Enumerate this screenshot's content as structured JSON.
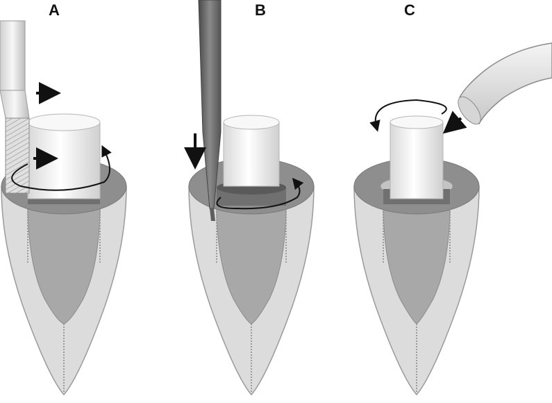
{
  "panels": [
    {
      "id": "A",
      "label": "A"
    },
    {
      "id": "B",
      "label": "B"
    },
    {
      "id": "C",
      "label": "C"
    }
  ],
  "colors": {
    "root_fill": "#dcdcdc",
    "root_stroke": "#9a9a9a",
    "canal_fill": "#a8a8a8",
    "ring_dark": "#8e8e8e",
    "ring_band": "#707070",
    "post_fill": "#f2f2f2",
    "post_shadow": "#c9c9c9",
    "instrument": "#e6e6e6",
    "instrument_dark": "#5e5e5e",
    "arrow": "#111111"
  },
  "icons": [
    "bur-instrument",
    "ultrasonic-tip",
    "air-water-syringe-tip",
    "rotation-arrow",
    "direction-arrow"
  ]
}
